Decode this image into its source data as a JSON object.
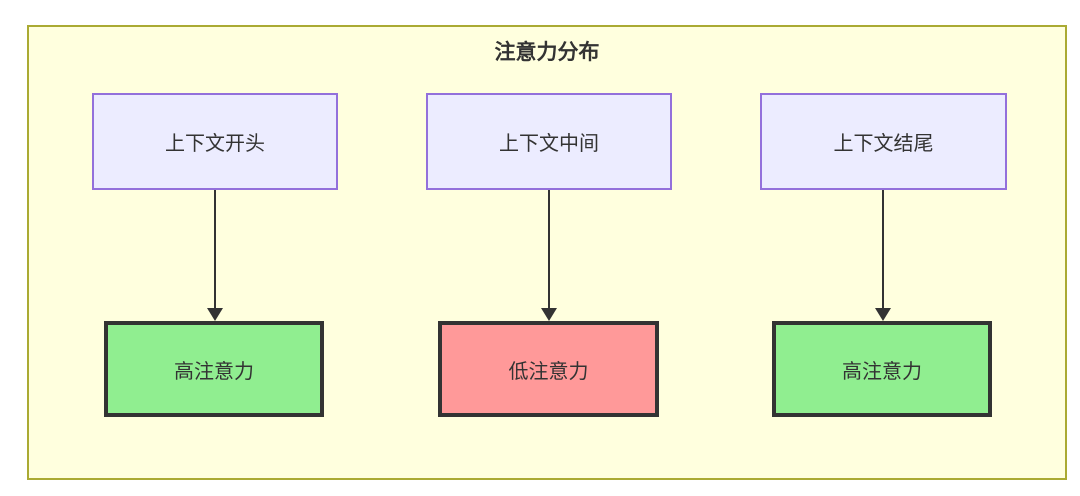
{
  "diagram": {
    "title": "注意力分布",
    "columns": [
      {
        "source": "上下文开头",
        "target": "高注意力",
        "attention_level": "high"
      },
      {
        "source": "上下文中间",
        "target": "低注意力",
        "attention_level": "low"
      },
      {
        "source": "上下文结尾",
        "target": "高注意力",
        "attention_level": "high"
      }
    ],
    "colors": {
      "background": "#ffffde",
      "frame_border": "#aaaa33",
      "node_fill": "#ECECFF",
      "node_border": "#9370DB",
      "high_fill": "#90EE90",
      "low_fill": "#FF9999",
      "text": "#333333"
    }
  }
}
